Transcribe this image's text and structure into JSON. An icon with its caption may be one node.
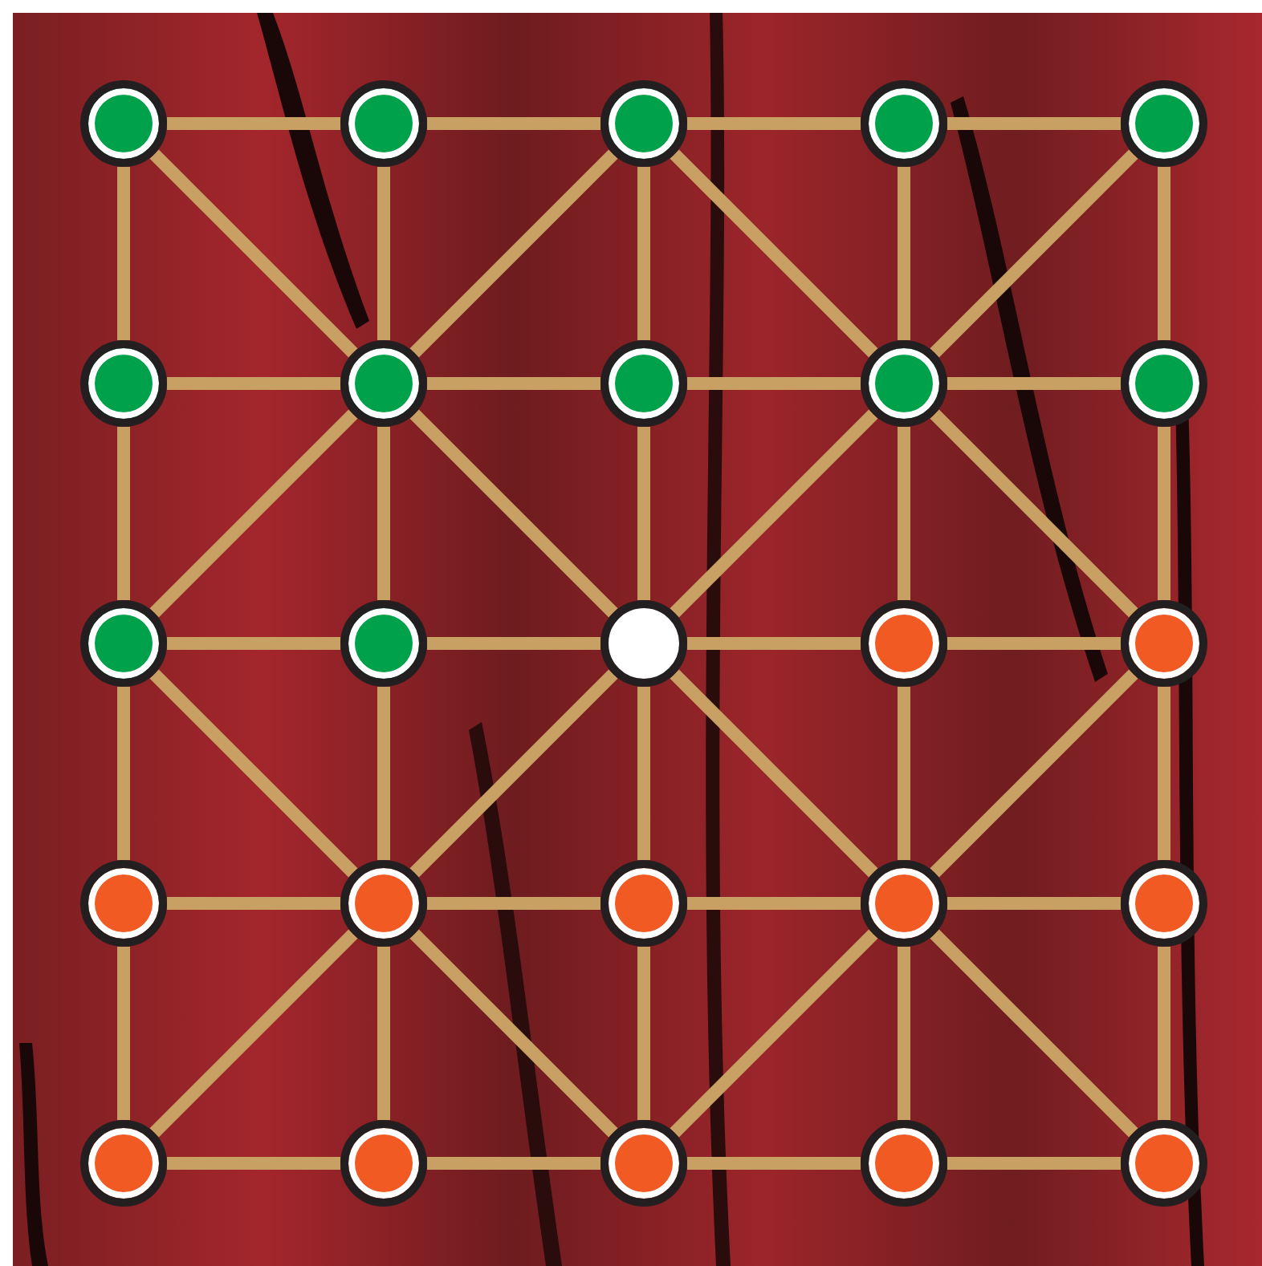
{
  "diagram": {
    "nodes": [
      {
        "text": [],
        "shape": "circle"
      },
      {
        "text": [],
        "shape": "circle"
      },
      {
        "text": [],
        "shape": "circle"
      },
      {
        "text": [],
        "shape": "circle"
      },
      {
        "text": [],
        "shape": "circle"
      },
      {
        "text": [],
        "shape": "circle"
      },
      {
        "text": [],
        "shape": "circle"
      },
      {
        "text": [],
        "shape": "circle"
      },
      {
        "text": [],
        "shape": "circle"
      },
      {
        "text": [],
        "shape": "circle"
      },
      {
        "text": [],
        "shape": "circle"
      },
      {
        "text": [],
        "shape": "circle"
      },
      {
        "text": [],
        "shape": "circle"
      },
      {
        "text": [],
        "shape": "circle"
      },
      {
        "text": [],
        "shape": "circle"
      },
      {
        "text": [],
        "shape": "circle"
      },
      {
        "text": [],
        "shape": "circle"
      },
      {
        "text": [],
        "shape": "circle"
      },
      {
        "text": [],
        "shape": "circle"
      },
      {
        "text": [],
        "shape": "circle"
      },
      {
        "text": [],
        "shape": "circle"
      },
      {
        "text": [],
        "shape": "circle"
      },
      {
        "text": [],
        "shape": "circle"
      },
      {
        "text": [],
        "shape": "circle"
      },
      {
        "text": [],
        "shape": "circle"
      }
    ],
    "edges": [
      {
        "from": 0,
        "to": 1,
        "arrow": "none"
      },
      {
        "from": 1,
        "to": 2,
        "arrow": "none"
      },
      {
        "from": 2,
        "to": 3,
        "arrow": "none"
      },
      {
        "from": 3,
        "to": 4,
        "arrow": "none"
      },
      {
        "from": 5,
        "to": 6,
        "arrow": "none"
      },
      {
        "from": 6,
        "to": 7,
        "arrow": "none"
      },
      {
        "from": 7,
        "to": 8,
        "arrow": "none"
      },
      {
        "from": 8,
        "to": 9,
        "arrow": "none"
      },
      {
        "from": 10,
        "to": 11,
        "arrow": "none"
      },
      {
        "from": 11,
        "to": 12,
        "arrow": "none"
      },
      {
        "from": 12,
        "to": 13,
        "arrow": "none"
      },
      {
        "from": 13,
        "to": 14,
        "arrow": "none"
      },
      {
        "from": 15,
        "to": 16,
        "arrow": "none"
      },
      {
        "from": 16,
        "to": 17,
        "arrow": "none"
      },
      {
        "from": 17,
        "to": 18,
        "arrow": "none"
      },
      {
        "from": 18,
        "to": 19,
        "arrow": "none"
      },
      {
        "from": 20,
        "to": 21,
        "arrow": "none"
      },
      {
        "from": 21,
        "to": 22,
        "arrow": "none"
      },
      {
        "from": 22,
        "to": 23,
        "arrow": "none"
      },
      {
        "from": 23,
        "to": 24,
        "arrow": "none"
      },
      {
        "from": 0,
        "to": 5,
        "arrow": "none"
      },
      {
        "from": 1,
        "to": 6,
        "arrow": "none"
      },
      {
        "from": 2,
        "to": 7,
        "arrow": "none"
      },
      {
        "from": 3,
        "to": 8,
        "arrow": "none"
      },
      {
        "from": 4,
        "to": 9,
        "arrow": "none"
      },
      {
        "from": 5,
        "to": 10,
        "arrow": "none"
      },
      {
        "from": 6,
        "to": 11,
        "arrow": "none"
      },
      {
        "from": 7,
        "to": 12,
        "arrow": "none"
      },
      {
        "from": 8,
        "to": 13,
        "arrow": "none"
      },
      {
        "from": 9,
        "to": 14,
        "arrow": "none"
      },
      {
        "from": 10,
        "to": 15,
        "arrow": "none"
      },
      {
        "from": 11,
        "to": 16,
        "arrow": "none"
      },
      {
        "from": 12,
        "to": 17,
        "arrow": "none"
      },
      {
        "from": 13,
        "to": 18,
        "arrow": "none"
      },
      {
        "from": 14,
        "to": 19,
        "arrow": "none"
      },
      {
        "from": 15,
        "to": 20,
        "arrow": "none"
      },
      {
        "from": 16,
        "to": 21,
        "arrow": "none"
      },
      {
        "from": 17,
        "to": 22,
        "arrow": "none"
      },
      {
        "from": 18,
        "to": 23,
        "arrow": "none"
      },
      {
        "from": 19,
        "to": 24,
        "arrow": "none"
      },
      {
        "from": 0,
        "to": 6,
        "arrow": "none"
      },
      {
        "from": 6,
        "to": 2,
        "arrow": "none"
      },
      {
        "from": 2,
        "to": 8,
        "arrow": "none"
      },
      {
        "from": 8,
        "to": 4,
        "arrow": "none"
      },
      {
        "from": 6,
        "to": 10,
        "arrow": "none"
      },
      {
        "from": 6,
        "to": 12,
        "arrow": "none"
      },
      {
        "from": 8,
        "to": 12,
        "arrow": "none"
      },
      {
        "from": 8,
        "to": 14,
        "arrow": "none"
      },
      {
        "from": 10,
        "to": 16,
        "arrow": "none"
      },
      {
        "from": 12,
        "to": 16,
        "arrow": "none"
      },
      {
        "from": 12,
        "to": 18,
        "arrow": "none"
      },
      {
        "from": 14,
        "to": 18,
        "arrow": "none"
      },
      {
        "from": 16,
        "to": 20,
        "arrow": "none"
      },
      {
        "from": 16,
        "to": 22,
        "arrow": "none"
      },
      {
        "from": 18,
        "to": 22,
        "arrow": "none"
      },
      {
        "from": 18,
        "to": 24,
        "arrow": "none"
      }
    ]
  }
}
